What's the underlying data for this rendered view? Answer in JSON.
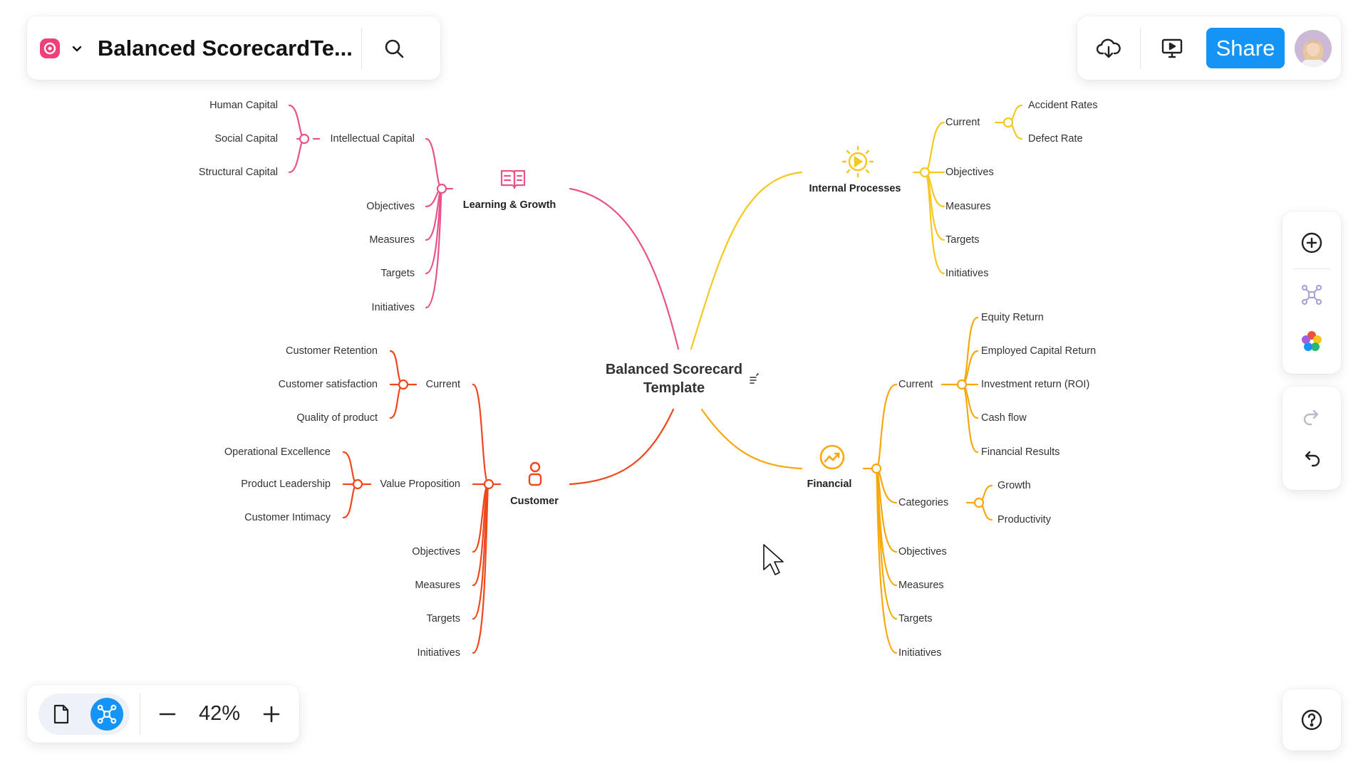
{
  "document": {
    "title": "Balanced ScorecardTe..."
  },
  "toolbar": {
    "share_label": "Share"
  },
  "zoom": {
    "level": "42%"
  },
  "colors": {
    "learning": "#e9538a",
    "internal": "#f6c81f",
    "customer": "#f0461b",
    "financial": "#f6a80c",
    "accent": "#1594f5"
  },
  "mindmap": {
    "center": {
      "line1": "Balanced Scorecard",
      "line2": "Template"
    },
    "learning_growth": {
      "label": "Learning & Growth",
      "intellectual": "Intellectual Capital",
      "intellectual_children": [
        "Human Capital",
        "Social Capital",
        "Structural Capital"
      ],
      "items": [
        "Objectives",
        "Measures",
        "Targets",
        "Initiatives"
      ]
    },
    "internal_processes": {
      "label": "Internal Processes",
      "current": "Current",
      "current_children": [
        "Accident Rates",
        "Defect Rate"
      ],
      "items": [
        "Objectives",
        "Measures",
        "Targets",
        "Initiatives"
      ]
    },
    "customer": {
      "label": "Customer",
      "current": "Current",
      "current_children": [
        "Customer Retention",
        "Customer satisfaction",
        "Quality of product"
      ],
      "value_prop": "Value Proposition",
      "value_children": [
        "Operational Excellence",
        "Product Leadership",
        "Customer Intimacy"
      ],
      "items": [
        "Objectives",
        "Measures",
        "Targets",
        "Initiatives"
      ]
    },
    "financial": {
      "label": "Financial",
      "current": "Current",
      "current_children": [
        "Equity Return",
        "Employed Capital Return",
        "Investment return (ROI)",
        "Cash flow",
        "Financial Results"
      ],
      "categories": "Categories",
      "categories_children": [
        "Growth",
        "Productivity"
      ],
      "items": [
        "Objectives",
        "Measures",
        "Targets",
        "Initiatives"
      ]
    }
  },
  "icons": {
    "app": "app-logo-icon",
    "dropdown": "chevron-down-icon",
    "search": "search-icon",
    "download": "cloud-download-icon",
    "present": "presentation-icon",
    "add": "add-circle-icon",
    "layout": "mindmap-layout-icon",
    "theme": "color-palette-icon",
    "redo": "redo-icon",
    "undo": "undo-icon",
    "help": "help-icon",
    "page": "page-icon",
    "mindmap": "mindmap-mode-icon",
    "zoom_out": "minus-icon",
    "zoom_in": "plus-icon"
  }
}
